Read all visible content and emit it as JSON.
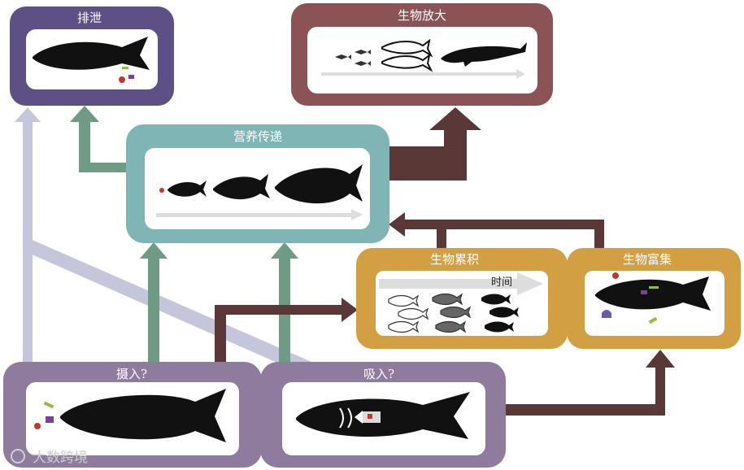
{
  "boxes": {
    "excretion": {
      "title": "排泄",
      "color": "#5e4f84"
    },
    "biomagnification": {
      "title": "生物放大",
      "color": "#8b5356"
    },
    "trophic_transfer": {
      "title": "营养传递",
      "color": "#7fb6b5"
    },
    "bioaccumulation": {
      "title": "生物累积",
      "color": "#d2a042"
    },
    "bioconcentration": {
      "title": "生物富集",
      "color": "#d2a042"
    },
    "ingestion": {
      "title": "摄入?",
      "color": "#8e7b9e"
    },
    "inhalation": {
      "title": "吸入?",
      "color": "#8e7b9e"
    }
  },
  "time_label": "时间",
  "watermark": "大数跨境",
  "colors": {
    "arrow_lavender": "#c4c6dc",
    "arrow_green": "#6f9a83",
    "arrow_brown": "#5a3838",
    "fish": "#111111"
  }
}
